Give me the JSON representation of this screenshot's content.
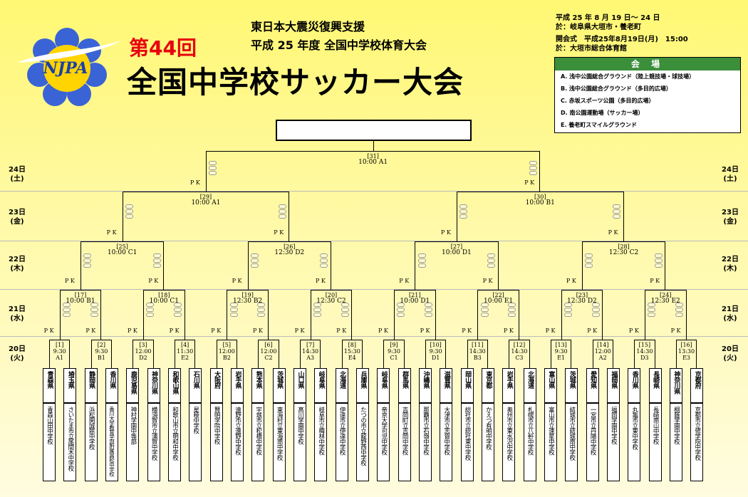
{
  "header": {
    "logo_text": "NJPA",
    "edition": "第44回",
    "title": "全国中学校サッカー大会",
    "subtitle_1": "東日本大震災復興支援",
    "subtitle_2": "平成 25 年度  全国中学校体育大会",
    "dates": "平成 25 年 8 月 19 日～ 24 日",
    "location": "於：岐阜県大垣市・養老町",
    "opening": "開会式　平成25年8月19日(月)　15:00",
    "opening_location": "於：大垣市総合体育館",
    "colors": {
      "edition": "#e8000f",
      "venue_header": "#3b8f3b",
      "logo_petals": "#3a63d6",
      "logo_center": "#ffd400"
    }
  },
  "venues": {
    "header": "会 場",
    "items": [
      "A. 浅中公園総合グラウンド（陸上競技場・球技場）",
      "B. 浅中公園総合グラウンド（多目的広場）",
      "C. 赤坂スポーツ公園（多目的広場）",
      "D. 南公園運動場（サッカー場）",
      "E. 養老町スマイルグラウンド"
    ]
  },
  "days": [
    {
      "d": "24日",
      "w": "(土)"
    },
    {
      "d": "23日",
      "w": "(金)"
    },
    {
      "d": "22日",
      "w": "(木)"
    },
    {
      "d": "21日",
      "w": "(水)"
    },
    {
      "d": "20日",
      "w": "(火)"
    }
  ],
  "pk_label": "P K",
  "matches_r1": [
    {
      "n": "[1]",
      "t": "9:30",
      "v": "A1"
    },
    {
      "n": "[2]",
      "t": "9:30",
      "v": "B1"
    },
    {
      "n": "[3]",
      "t": "12:00",
      "v": "D2"
    },
    {
      "n": "[4]",
      "t": "11:30",
      "v": "E2"
    },
    {
      "n": "[5]",
      "t": "12:00",
      "v": "B2"
    },
    {
      "n": "[6]",
      "t": "12:00",
      "v": "C2"
    },
    {
      "n": "[7]",
      "t": "14:30",
      "v": "A3"
    },
    {
      "n": "[8]",
      "t": "15:30",
      "v": "E4"
    },
    {
      "n": "[9]",
      "t": "9:30",
      "v": "C1"
    },
    {
      "n": "[10]",
      "t": "9:30",
      "v": "D1"
    },
    {
      "n": "[11]",
      "t": "14:30",
      "v": "B3"
    },
    {
      "n": "[12]",
      "t": "14:30",
      "v": "C3"
    },
    {
      "n": "[13]",
      "t": "9:30",
      "v": "E1"
    },
    {
      "n": "[14]",
      "t": "12:00",
      "v": "A2"
    },
    {
      "n": "[15]",
      "t": "14:30",
      "v": "D3"
    },
    {
      "n": "[16]",
      "t": "13:30",
      "v": "E3"
    }
  ],
  "matches_r2": [
    {
      "n": "[17]",
      "t": "10:00",
      "v": "B1"
    },
    {
      "n": "[18]",
      "t": "10:00",
      "v": "C1"
    },
    {
      "n": "[19]",
      "t": "12:30",
      "v": "B2"
    },
    {
      "n": "[20]",
      "t": "12:30",
      "v": "C2"
    },
    {
      "n": "[21]",
      "t": "10:00",
      "v": "D1"
    },
    {
      "n": "[22]",
      "t": "10:00",
      "v": "E1"
    },
    {
      "n": "[23]",
      "t": "12:30",
      "v": "D2"
    },
    {
      "n": "[24]",
      "t": "12:30",
      "v": "E2"
    }
  ],
  "matches_qf": [
    {
      "n": "[25]",
      "tv": "10:00 C1"
    },
    {
      "n": "[26]",
      "tv": "12:30 D2"
    },
    {
      "n": "[27]",
      "tv": "10:00 D1"
    },
    {
      "n": "[28]",
      "tv": "12:30 C2"
    }
  ],
  "matches_sf": [
    {
      "n": "[29]",
      "tv": "10:00 A1"
    },
    {
      "n": "[30]",
      "tv": "10:00 B1"
    }
  ],
  "match_final": {
    "n": "[31]",
    "tv": "10:00 A1"
  },
  "teams": [
    {
      "pref": "青森県",
      "school": "青森山田中学校"
    },
    {
      "pref": "埼玉県",
      "school": "さいたま市立尾間木中学校"
    },
    {
      "pref": "静岡県",
      "school": "浜松開誠館中学校"
    },
    {
      "pref": "香川県",
      "school": "香川大学教育学部附属高松中学校"
    },
    {
      "pref": "鹿児島県",
      "school": "神村学園中等部"
    },
    {
      "pref": "神奈川県",
      "school": "横須賀市立浦賀中学校"
    },
    {
      "pref": "和歌山県",
      "school": "和歌山市立明和中学校"
    },
    {
      "pref": "石川県",
      "school": "星稜中学校"
    },
    {
      "pref": "大阪府",
      "school": "賢明学院中学校"
    },
    {
      "pref": "岩手県",
      "school": "遠野市立遠野中学校"
    },
    {
      "pref": "熊本県",
      "school": "宇城市立松橋中学校"
    },
    {
      "pref": "茨城県",
      "school": "東海村立東海南中学校"
    },
    {
      "pref": "山口県",
      "school": "高川学園中学校"
    },
    {
      "pref": "岐阜県",
      "school": "岐阜市立梅林中学校"
    },
    {
      "pref": "北海道",
      "school": "伊達市立伊達中学校"
    },
    {
      "pref": "兵庫県",
      "school": "たつの市立龍野西中学校"
    },
    {
      "pref": "岐阜県",
      "school": "帝京大学可児中学校"
    },
    {
      "pref": "群馬県",
      "school": "吉岡町立吉岡中学校"
    },
    {
      "pref": "沖縄県",
      "school": "那覇市立石嶺中学校"
    },
    {
      "pref": "滋賀県",
      "school": "大津市立志賀中学校"
    },
    {
      "pref": "岡山県",
      "school": "総社市立総社東中学校"
    },
    {
      "pref": "東京都",
      "school": "かえつ有明中学校"
    },
    {
      "pref": "岩手県",
      "school": "奥州市立東水沢中学校"
    },
    {
      "pref": "北海道",
      "school": "札幌市立八軒中学校"
    },
    {
      "pref": "富山県",
      "school": "富山市立速星中学校"
    },
    {
      "pref": "茨城県",
      "school": "結城市立結城南中学校"
    },
    {
      "pref": "愛知県",
      "school": "一宮市立丹陽中学校"
    },
    {
      "pref": "福岡県",
      "school": "福岡学園中学校"
    },
    {
      "pref": "香川県",
      "school": "丸亀市立東中学校"
    },
    {
      "pref": "長崎県",
      "school": "長崎南山中学校"
    },
    {
      "pref": "神奈川県",
      "school": "桐蔭学園中学校"
    },
    {
      "pref": "京都府",
      "school": "京都市立修学院中学校"
    }
  ]
}
